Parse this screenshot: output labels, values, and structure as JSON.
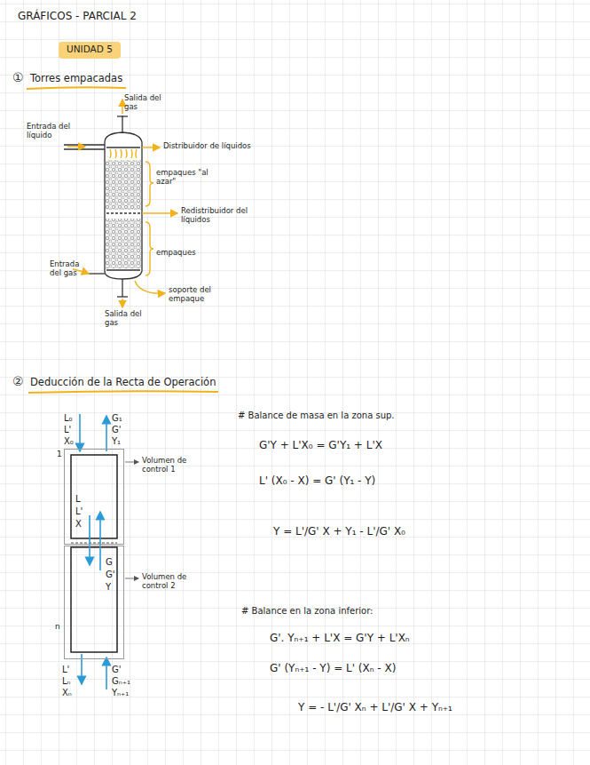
{
  "diagram": {
    "title": "GRÁFICOS - PARCIAL 2",
    "nodes": [
      {
        "text": [
          "UNIDAD 5"
        ]
      },
      {
        "text": [
          "L",
          "L'",
          "X"
        ]
      },
      {
        "text": [
          "G",
          "G'",
          "Y"
        ]
      }
    ],
    "labels": [
      "①",
      "Torres empacadas",
      "Salida del gas",
      "Entrada del líquido",
      "Distribuidor de líquidos",
      "empaques \"al azar\"",
      "Redistribuidor del líquidos",
      "empaques",
      "Entrada del gas",
      "soporte del empaque",
      "Salida del gas",
      "②",
      "Deducción de la Recta de Operación",
      "L₀",
      "L'",
      "X₀",
      "G₁",
      "G'",
      "Y₁",
      "1",
      "Volumen de control 1",
      "Volumen de control 2",
      "n",
      "L'",
      "Lₙ",
      "Xₙ",
      "G'",
      "Gₙ₊₁",
      "Yₙ₊₁",
      "# Balance de masa en la zona sup.",
      "G'Y + L'X₀ = G'Y₁ + L'X",
      "L' (X₀ - X) = G' (Y₁ - Y)",
      "Y = L'/G' X + Y₁ - L'/G' X₀",
      "# Balance en la zona inferior:",
      "G'. Yₙ₊₁ + L'X = G'Y + L'Xₙ",
      "G' (Yₙ₊₁ - Y) = L' (Xₙ - X)",
      "Y = - L'/G' Xₙ + L'/G' X + Yₙ₊₁"
    ]
  }
}
